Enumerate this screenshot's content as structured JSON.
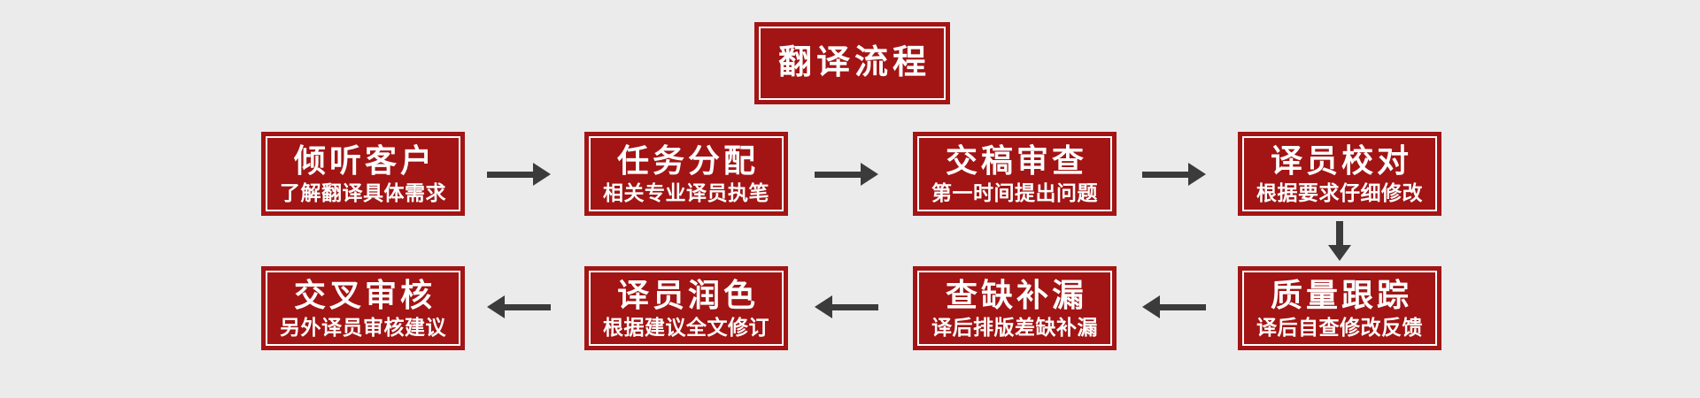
{
  "page": {
    "background": "#ebebeb"
  },
  "colors": {
    "page_bg": "#ebebeb",
    "box_fill": "#a31414",
    "box_border": "#a31414",
    "inner_stroke": "#ffffff",
    "arrow": "#3b3b3b",
    "text": "#ffffff"
  },
  "title": {
    "label": "翻译流程"
  },
  "steps": [
    {
      "title": "倾听客户",
      "subtitle": "了解翻译具体需求"
    },
    {
      "title": "任务分配",
      "subtitle": "相关专业译员执笔"
    },
    {
      "title": "交稿审查",
      "subtitle": "第一时间提出问题"
    },
    {
      "title": "译员校对",
      "subtitle": "根据要求仔细修改"
    },
    {
      "title": "质量跟踪",
      "subtitle": "译后自查修改反馈"
    },
    {
      "title": "查缺补漏",
      "subtitle": "译后排版差缺补漏"
    },
    {
      "title": "译员润色",
      "subtitle": "根据建议全文修订"
    },
    {
      "title": "交叉审核",
      "subtitle": "另外译员审核建议"
    }
  ]
}
